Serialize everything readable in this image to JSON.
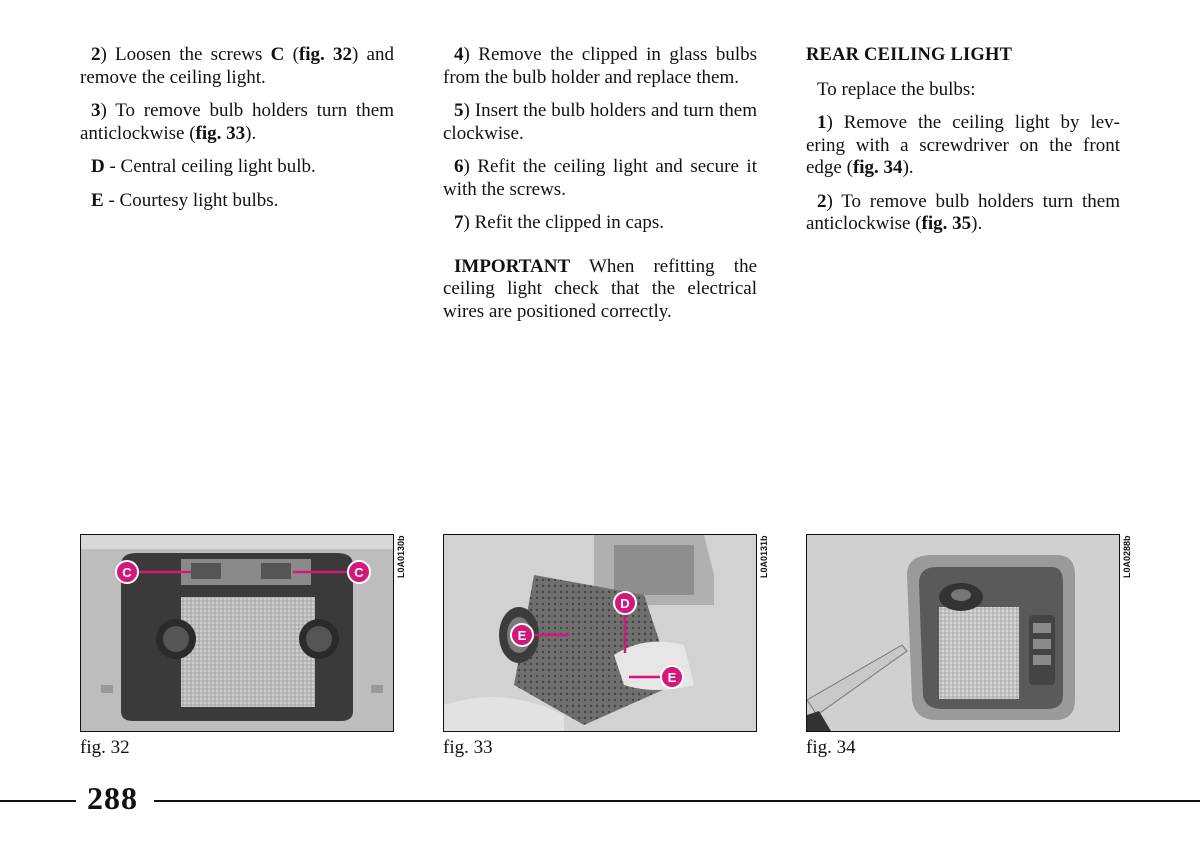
{
  "column1": {
    "p1": {
      "num": "2",
      "t1": ") Loosen the screws ",
      "c": "C",
      "t2": " (",
      "fig": "fig. 32",
      "t3": ") and remove the ceiling light."
    },
    "p2": {
      "num": "3",
      "t1": ") To remove bulb holders turn them anticlockwise (",
      "fig": "fig. 33",
      "t2": ")."
    },
    "p3": {
      "letter": "D",
      "text": " - Central ceiling light bulb."
    },
    "p4": {
      "letter": "E",
      "text": " - Courtesy light bulbs."
    }
  },
  "column2": {
    "p1": {
      "num": "4",
      "text": ") Remove the clipped in glass bulbs from the bulb holder and replace them."
    },
    "p2": {
      "num": "5",
      "text": ") Insert the bulb holders and turn them clockwise."
    },
    "p3": {
      "num": "6",
      "text": ") Refit the ceiling light and secure it with the screws."
    },
    "p4": {
      "num": "7",
      "text": ") Refit the clipped in caps."
    },
    "important": {
      "label": "IMPORTANT",
      "text": " When refitting the ceiling light check that the electrical wires are positioned correctly."
    }
  },
  "column3": {
    "heading": "REAR CEILING LIGHT",
    "p1": "To replace the bulbs:",
    "p2": {
      "num": "1",
      "t1": ") Remove the ceiling light by lev-ering with a screwdriver on the front edge (",
      "fig": "fig. 34",
      "t2": ")."
    },
    "p3": {
      "num": "2",
      "t1": ") To remove bulb holders turn them anticlockwise (",
      "fig": "fig. 35",
      "t2": ")."
    }
  },
  "figures": [
    {
      "caption": "fig. 32",
      "code": "L0A0130b",
      "callouts": [
        "C",
        "C"
      ]
    },
    {
      "caption": "fig. 33",
      "code": "L0A0131b",
      "callouts": [
        "D",
        "E",
        "E"
      ]
    },
    {
      "caption": "fig. 34",
      "code": "L0A0288b"
    }
  ],
  "page_number": "288",
  "colors": {
    "callout": "#d4177b",
    "text": "#111111"
  }
}
